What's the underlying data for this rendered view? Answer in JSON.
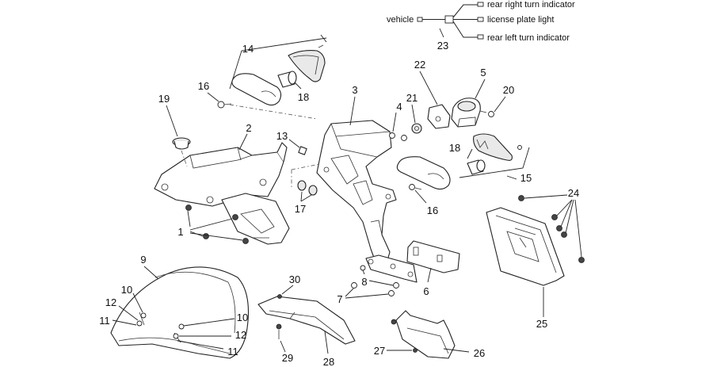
{
  "wiring": {
    "vehicle": "vehicle",
    "rear_right": "rear right turn indicator",
    "plate_light": "license plate light",
    "rear_left": "rear left turn indicator"
  },
  "labels": {
    "l1": "1",
    "l2": "2",
    "l3": "3",
    "l4": "4",
    "l5": "5",
    "l6": "6",
    "l7": "7",
    "l8": "8",
    "l9": "9",
    "l10a": "10",
    "l10b": "10",
    "l11a": "11",
    "l11b": "11",
    "l12a": "12",
    "l12b": "12",
    "l13": "13",
    "l14": "14",
    "l15": "15",
    "l16a": "16",
    "l16b": "16",
    "l17": "17",
    "l18a": "18",
    "l18b": "18",
    "l19": "19",
    "l20": "20",
    "l21": "21",
    "l22": "22",
    "l23": "23",
    "l24": "24",
    "l25": "25",
    "l26": "26",
    "l27": "27",
    "l28": "28",
    "l29": "29",
    "l30": "30"
  }
}
